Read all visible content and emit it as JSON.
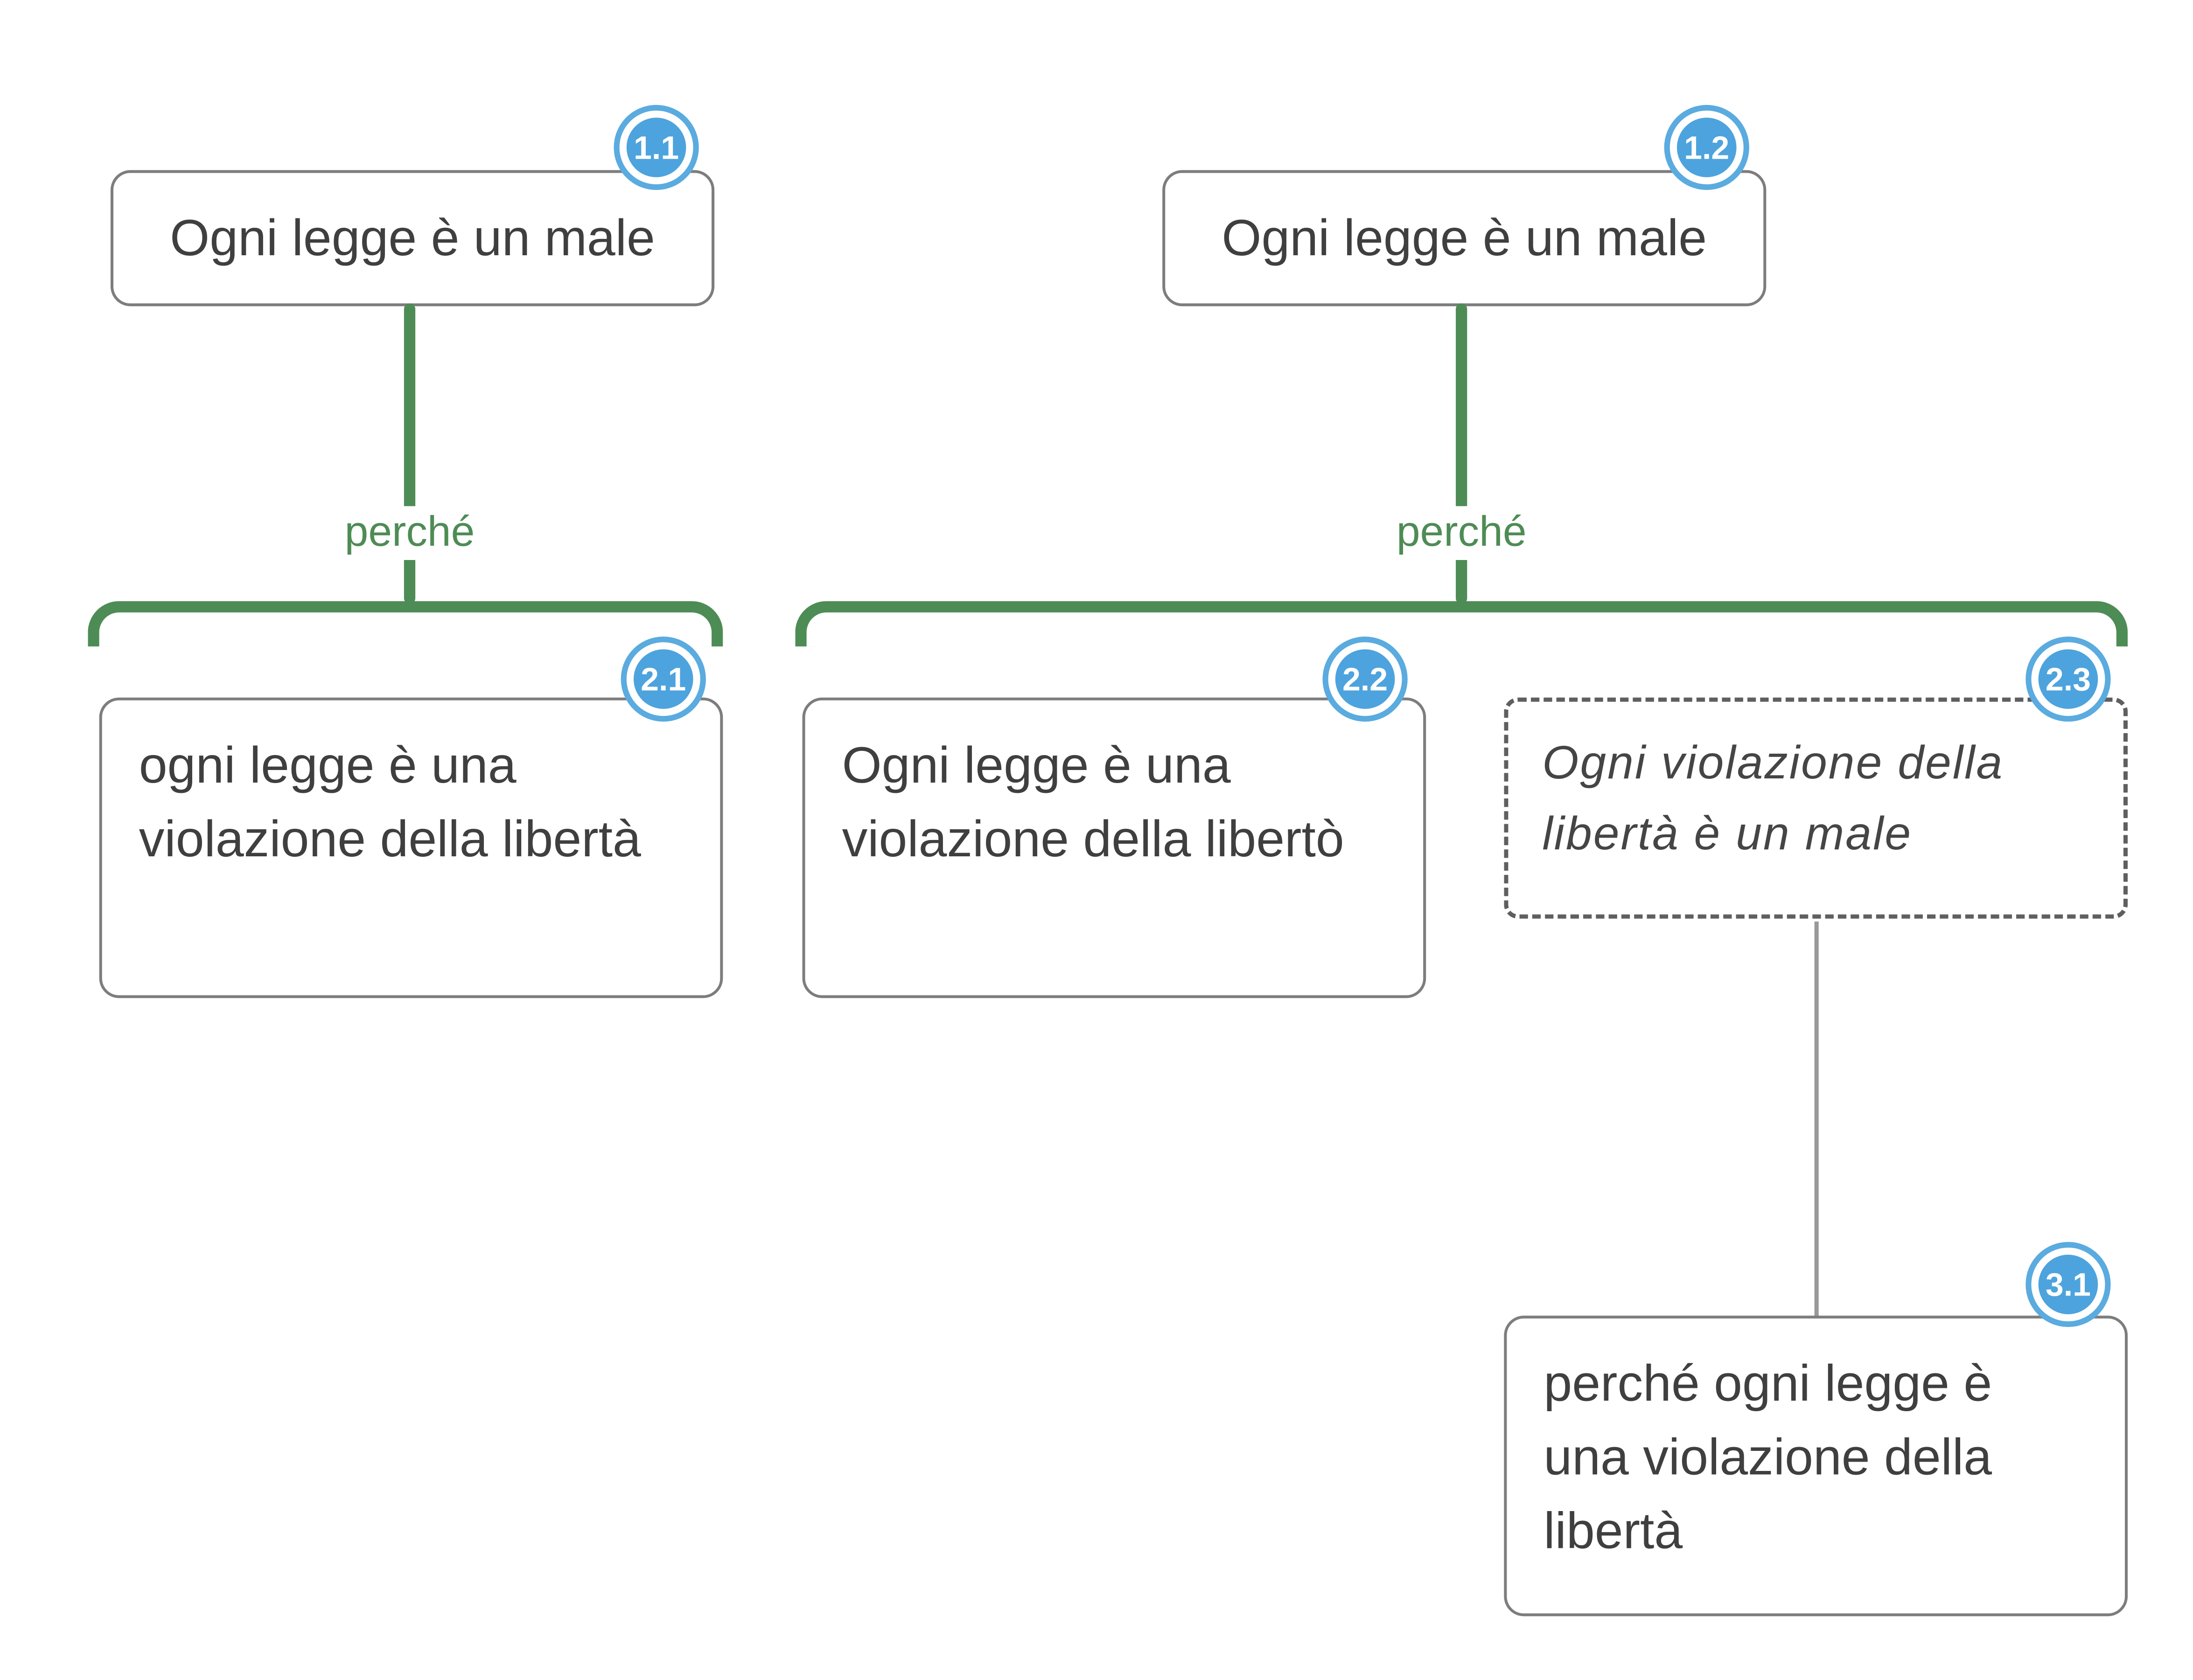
{
  "diagram": {
    "left_tree": {
      "root": {
        "id": "1.1",
        "text": "Ogni legge è un male"
      },
      "connector_label": "perché",
      "children": [
        {
          "id": "2.1",
          "text": "ogni legge è una violazione della libertà"
        }
      ]
    },
    "right_tree": {
      "root": {
        "id": "1.2",
        "text": "Ogni legge è un male"
      },
      "connector_label": "perché",
      "children": [
        {
          "id": "2.2",
          "text": "Ogni legge è una violazione della libertò"
        },
        {
          "id": "2.3",
          "text": "Ogni violazione della libertà è un male"
        }
      ],
      "grandchild": {
        "id": "3.1",
        "text": "perché ogni legge è una violazione della libertà"
      }
    },
    "colors": {
      "connector_green": "#4e8c55",
      "badge_blue": "#4da3dd",
      "box_border_gray": "#7d7d7d",
      "text_gray": "#3f3f3f"
    }
  }
}
